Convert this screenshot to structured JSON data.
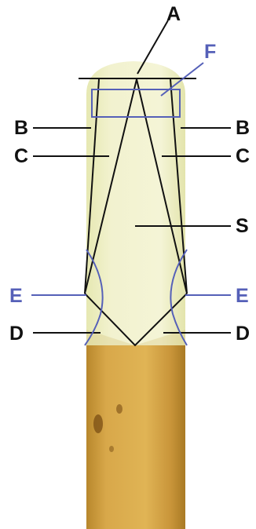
{
  "colors": {
    "background": "#ffffff",
    "tip": "#f1f1c8",
    "tip_shade": "#e2e3a6",
    "bark": "#d2a13c",
    "bark_dark": "#b07e22",
    "line_black": "#111111",
    "line_blue": "#5560b8",
    "label_black": "#111111",
    "label_blue": "#5560b8"
  },
  "labels": {
    "A": "A",
    "F": "F",
    "B_left": "B",
    "B_right": "B",
    "C_left": "C",
    "C_right": "C",
    "S": "S",
    "E_left": "E",
    "E_right": "E",
    "D_left": "D",
    "D_right": "D"
  }
}
